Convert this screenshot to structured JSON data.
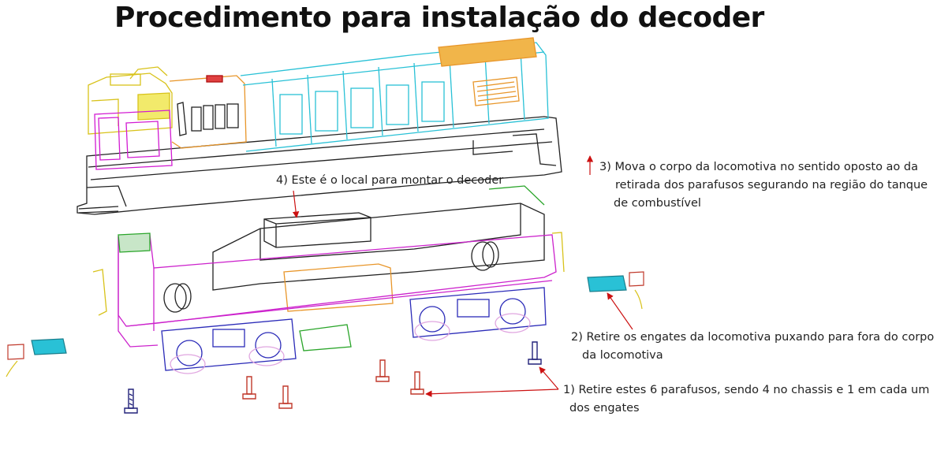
{
  "title": "Procedimento para instalação do decoder",
  "steps": [
    {
      "lines": [
        "1) Retire estes 6 parafusos, sendo 4 no chassis e 1 em cada um",
        "dos engates"
      ]
    },
    {
      "lines": [
        "2) Retire os engates da locomotiva puxando para fora do corpo",
        "da locomotiva"
      ]
    },
    {
      "lines": [
        "3) Mova  o corpo da locomotiva no sentido oposto ao da",
        "retirada dos parafusos segurando na região do tanque",
        "de combustível"
      ]
    },
    {
      "lines": [
        "4) Este é o local para montar o decoder"
      ]
    }
  ],
  "colors": {
    "arrow": "#cc1111",
    "screw_red": "#c0392b",
    "screw_blue": "#22227a",
    "body_yellow": "#d8c21a",
    "body_cyan": "#29c1d6",
    "body_magenta": "#d21bd2",
    "body_orange": "#e8962a",
    "chassis_black": "#222222",
    "chassis_magenta": "#cc22cc",
    "bogie_blue": "#2b2bb8",
    "green": "#2aa52a"
  }
}
